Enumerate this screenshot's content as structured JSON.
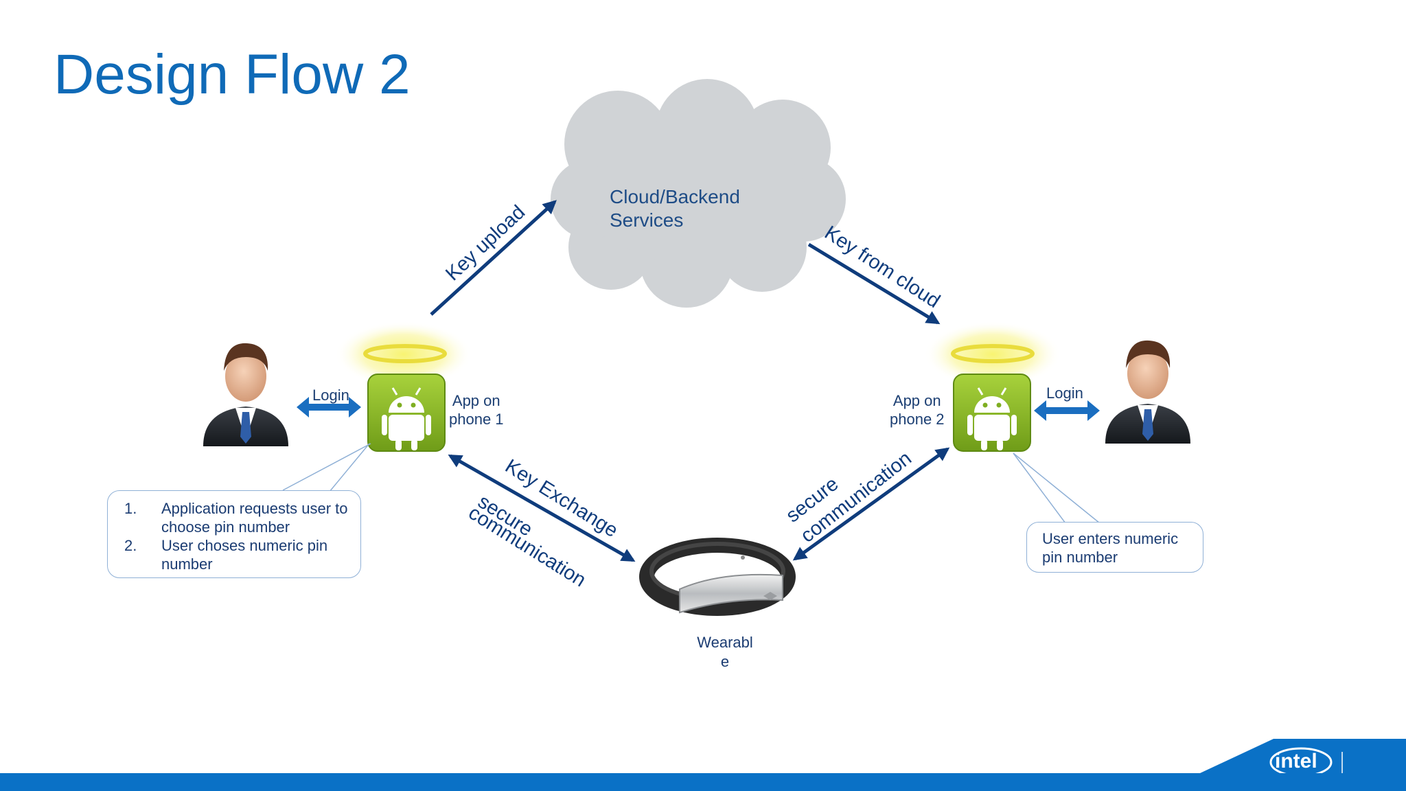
{
  "slide": {
    "title": "Design Flow 2",
    "cloud_label_line1": "Cloud/Backend",
    "cloud_label_line2": "Services",
    "arrow_key_upload": "Key upload",
    "arrow_key_from_cloud": "Key from cloud",
    "arrow_key_exchange": "Key Exchange",
    "arrow_secure_left_1": "secure",
    "arrow_secure_left_2": "communication",
    "arrow_secure_right_1": "secure",
    "arrow_secure_right_2": "communication",
    "login_left": "Login",
    "login_right": "Login",
    "app1_line1": "App on",
    "app1_line2": "phone 1",
    "app2_line1": "App on",
    "app2_line2": "phone 2",
    "wearable_line1": "Wearabl",
    "wearable_line2": "e",
    "callout_left": [
      {
        "num": "1.",
        "text": "Application requests user to choose pin number"
      },
      {
        "num": "2.",
        "text": "User choses numeric pin number"
      }
    ],
    "callout_right": "User enters numeric pin number",
    "logo_text": "intel"
  },
  "colors": {
    "title": "#0f6ab7",
    "arrow": "#0f3c7c",
    "login_arrow": "#1a6ec0",
    "android_green": "#8cbd28",
    "cloud": "#d0d3d6",
    "footer": "#0a71c6"
  }
}
